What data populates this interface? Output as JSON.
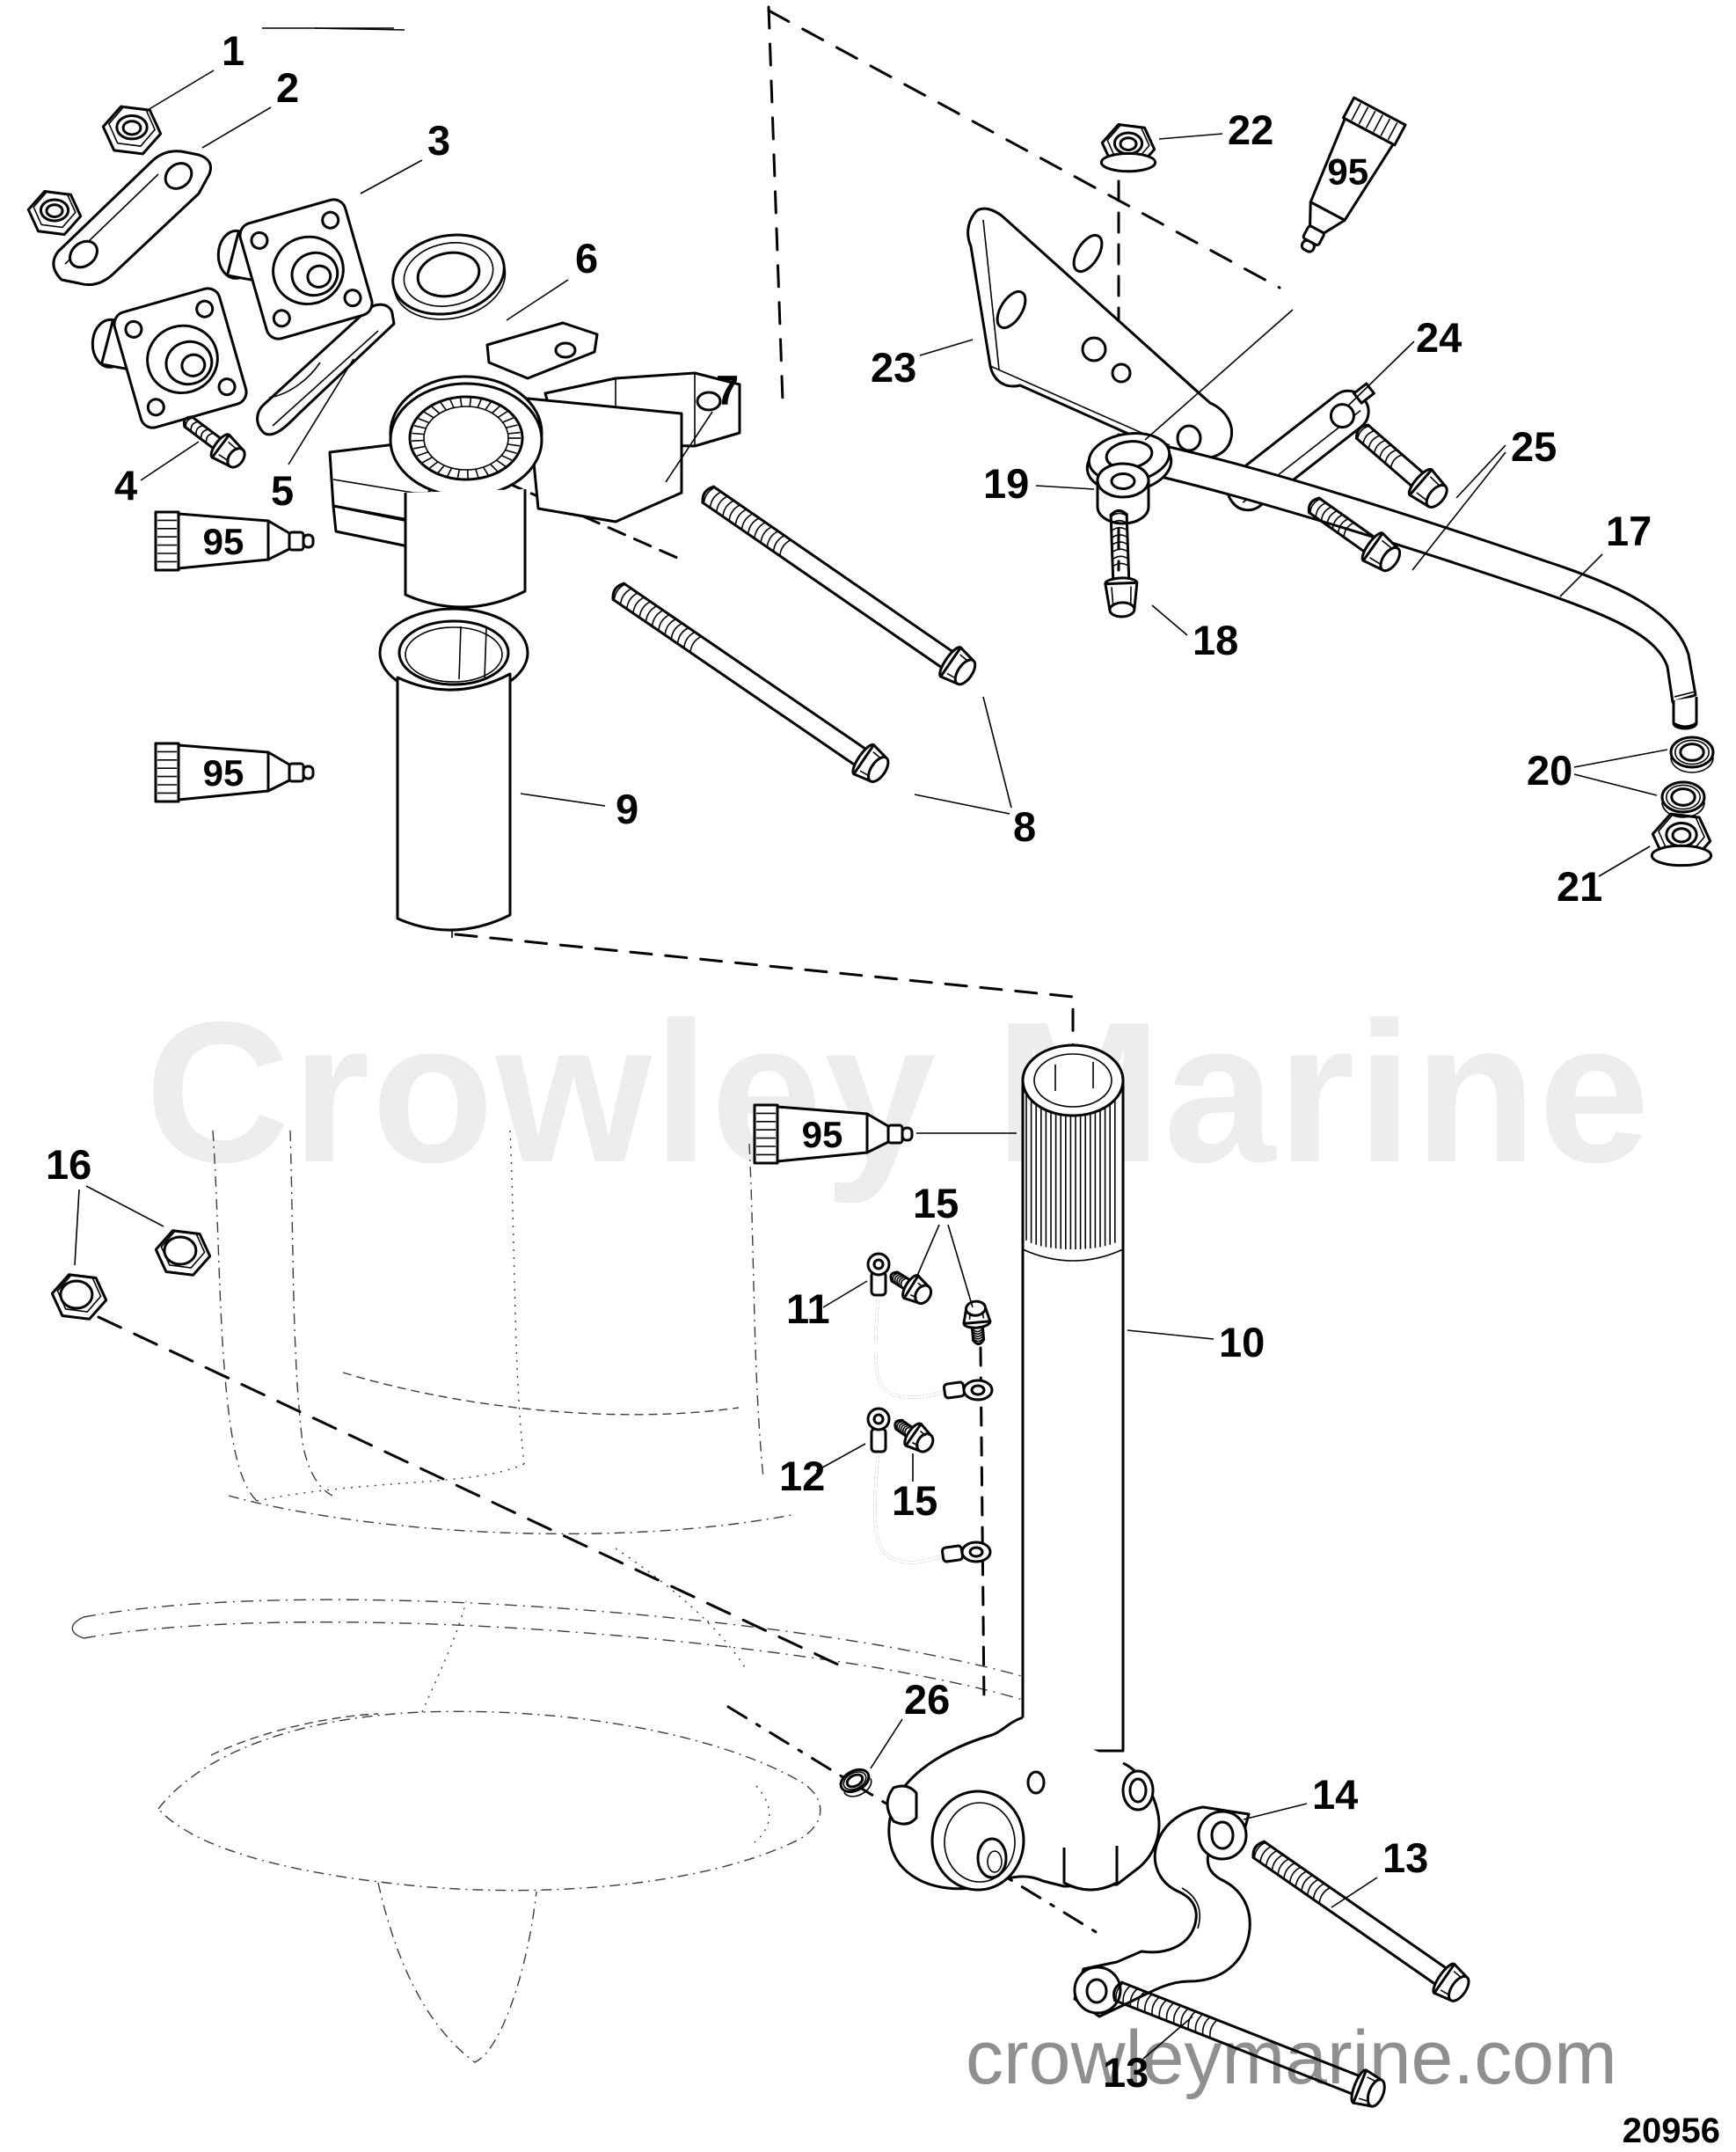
{
  "watermarks": {
    "center": "Crowley Marine",
    "center_color": "#ededed",
    "bottom": "crowleymarine.com",
    "bottom_color": "#8f8f8f"
  },
  "doc_number": "20956",
  "lubricant": {
    "label": "95",
    "tube_count": 4
  },
  "callouts": [
    {
      "id": "1",
      "label": "1"
    },
    {
      "id": "2",
      "label": "2"
    },
    {
      "id": "3",
      "label": "3"
    },
    {
      "id": "4",
      "label": "4"
    },
    {
      "id": "5",
      "label": "5"
    },
    {
      "id": "6",
      "label": "6"
    },
    {
      "id": "7",
      "label": "7"
    },
    {
      "id": "8",
      "label": "8"
    },
    {
      "id": "9",
      "label": "9"
    },
    {
      "id": "10",
      "label": "10"
    },
    {
      "id": "11",
      "label": "11"
    },
    {
      "id": "12",
      "label": "12"
    },
    {
      "id": "13a",
      "label": "13"
    },
    {
      "id": "13b",
      "label": "13"
    },
    {
      "id": "14",
      "label": "14"
    },
    {
      "id": "15a",
      "label": "15"
    },
    {
      "id": "15b",
      "label": "15"
    },
    {
      "id": "16",
      "label": "16"
    },
    {
      "id": "17",
      "label": "17"
    },
    {
      "id": "18",
      "label": "18"
    },
    {
      "id": "19",
      "label": "19"
    },
    {
      "id": "20",
      "label": "20"
    },
    {
      "id": "21",
      "label": "21"
    },
    {
      "id": "22",
      "label": "22"
    },
    {
      "id": "23",
      "label": "23"
    },
    {
      "id": "24",
      "label": "24"
    },
    {
      "id": "25",
      "label": "25"
    },
    {
      "id": "26",
      "label": "26"
    }
  ]
}
